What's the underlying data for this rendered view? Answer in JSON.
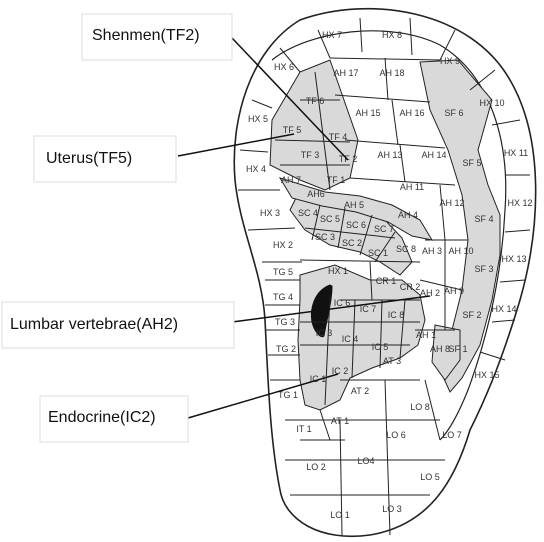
{
  "callouts": {
    "shenmen": "Shenmen(TF2)",
    "uterus": "Uterus(TF5)",
    "lumbar": "Lumbar vertebrae(AH2)",
    "endocrine": "Endocrine(IC2)"
  },
  "zones": {
    "hx7": "HX 7",
    "hx8": "HX 8",
    "hx9": "HX 9",
    "hx6": "HX 6",
    "hx10": "HX 10",
    "hx5": "HX 5",
    "hx11": "HX 11",
    "hx4": "HX 4",
    "hx12": "HX 12",
    "hx3": "HX 3",
    "hx13": "HX 13",
    "hx2": "HX 2",
    "hx14": "HX 14",
    "hx15": "HX 15",
    "hx1": "HX 1",
    "ah17": "AH 17",
    "ah18": "AH 18",
    "ah15": "AH 15",
    "ah16": "AH 16",
    "ah13": "AH 13",
    "ah14": "AH 14",
    "ah11": "AH 11",
    "ah12": "AH 12",
    "ah10": "AH 10",
    "ah3": "AH 3",
    "ah9": "AH 9",
    "ah2": "AH 2",
    "ah1": "AH 1",
    "ah8": "AH 8",
    "ah4": "AH 4",
    "ah5": "AH 5",
    "ah6": "AH6",
    "ah7": "AH 7",
    "tf6": "TF 6",
    "tf5": "TF 5",
    "tf4": "TF 4",
    "tf3": "TF 3",
    "tf2": "TF 2",
    "tf1": "TF 1",
    "sf6": "SF 6",
    "sf5": "SF 5",
    "sf4": "SF 4",
    "sf3": "SF 3",
    "sf2": "SF 2",
    "sf1": "SF 1",
    "sc4": "SC 4",
    "sc5": "SC 5",
    "sc6": "SC 6",
    "sc7": "SC 7",
    "sc3": "SC 3",
    "sc2": "SC 2",
    "sc1": "SC 1",
    "sc8": "SC 8",
    "cr1": "CR 1",
    "cr2": "CR 2",
    "ic6": "IC 6",
    "ic7": "IC 7",
    "ic8": "IC 8",
    "ic3": "IC 3",
    "ic4": "IC 4",
    "ic5": "IC 5",
    "ic2": "IC 2",
    "ic1": "IC 1",
    "tg5": "TG 5",
    "tg4": "TG 4",
    "tg3": "TG 3",
    "tg2": "TG 2",
    "tg1": "TG 1",
    "at3": "AT 3",
    "at2": "AT 2",
    "at1": "AT 1",
    "it1": "IT 1",
    "lo8": "LO 8",
    "lo7": "LO 7",
    "lo6": "LO 6",
    "lo5": "LO 5",
    "lo4": "LO4",
    "lo2": "LO 2",
    "lo1": "LO 1",
    "lo3": "LO 3"
  },
  "colors": {
    "highlight": "#d9d9d9",
    "marker": "#111111",
    "outline": "#222222"
  }
}
